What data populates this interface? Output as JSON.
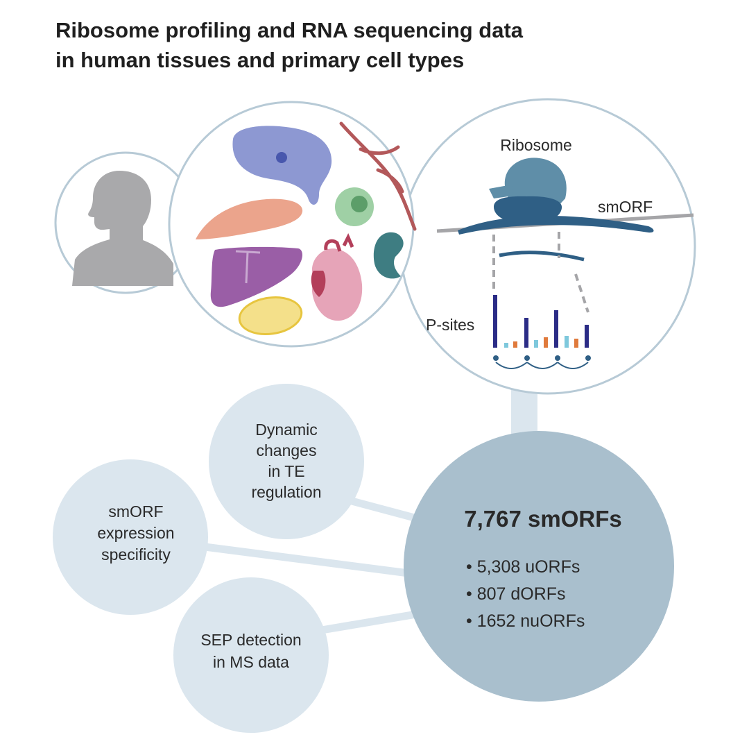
{
  "title": {
    "line1": "Ribosome profiling and RNA sequencing data",
    "line2": "in human tissues and primary cell types"
  },
  "ribosome_panel": {
    "ribosome_label": "Ribosome",
    "smorf_label": "smORF",
    "psites_label": "P-sites"
  },
  "bubbles": {
    "dynamic": [
      "Dynamic",
      "changes",
      "in TE",
      "regulation"
    ],
    "specificity": [
      "smORF",
      "expression",
      "specificity"
    ],
    "sep": [
      "SEP detection",
      "in MS data"
    ]
  },
  "summary": {
    "total": "7,767 smORFs",
    "items": [
      "• 5,308 uORFs",
      "• 807 dORFs",
      "• 1652 nuORFs"
    ]
  },
  "colors": {
    "circle_border": "#b7cad6",
    "bubble_fill": "#dbe6ee",
    "main_fill": "#a9bfcd",
    "ribosome": "#5f8ea8",
    "ribosome_dark": "#2f5f85",
    "psite_bar_main": "#2b2c86",
    "psite_bar_light": "#7ec8dc",
    "psite_bar_orange": "#e07a3c"
  },
  "icons": [
    "human-silhouette",
    "brain",
    "blood-vessel",
    "muscle",
    "stem-cell",
    "kidney",
    "liver",
    "heart",
    "fat-cell"
  ]
}
